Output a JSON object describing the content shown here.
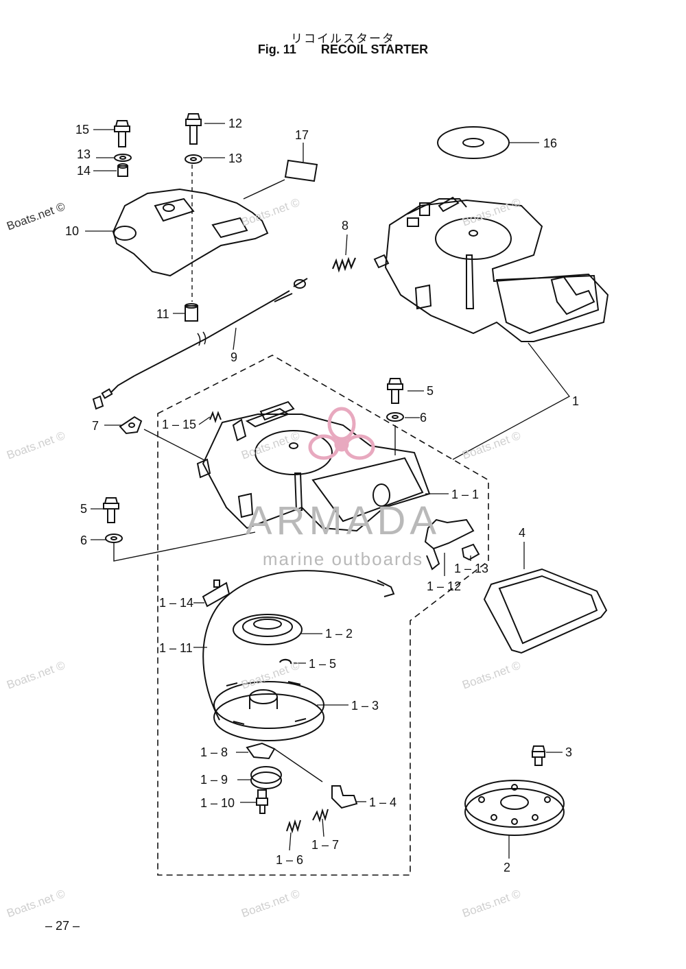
{
  "header": {
    "title_jp": "リコイルスタータ",
    "fig_label": "Fig. 11",
    "title_en": "RECOIL STARTER"
  },
  "callouts": {
    "c15": "15",
    "c12": "12",
    "c13a": "13",
    "c13b": "13",
    "c14": "14",
    "c17": "17",
    "c16": "16",
    "c10": "10",
    "c8": "8",
    "c11": "11",
    "c9": "9",
    "c1": "1",
    "c5a": "5",
    "c6a": "6",
    "c7": "7",
    "c1_15": "1 – 15",
    "c1_1": "1 – 1",
    "c5b": "5",
    "c6b": "6",
    "c4": "4",
    "c1_13": "1 – 13",
    "c1_12": "1 – 12",
    "c1_14": "1 – 14",
    "c1_2": "1 – 2",
    "c1_11": "1 – 11",
    "c1_5": "1 – 5",
    "c1_3": "1 – 3",
    "c1_8": "1 – 8",
    "c3": "3",
    "c1_9": "1 – 9",
    "c1_4": "1 – 4",
    "c1_10": "1 – 10",
    "c1_7": "1 – 7",
    "c1_6": "1 – 6",
    "c2": "2"
  },
  "watermarks": {
    "boats": "Boats.net ©",
    "brand_name": "ARMADA",
    "brand_tagline": "marine outboards"
  },
  "footer": {
    "page_number": "– 27 –"
  }
}
